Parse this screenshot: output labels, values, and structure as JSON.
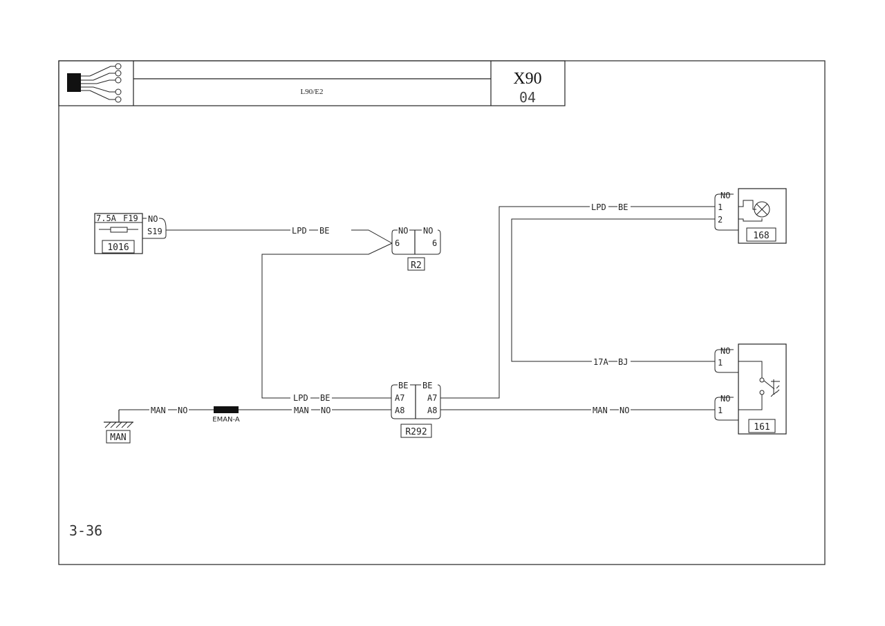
{
  "title_block": {
    "code": "L90/E2",
    "model": "X90",
    "version": "04",
    "logo_icon": "connector-icon"
  },
  "page_ref": "3-36",
  "fuse": {
    "rating": "7.5A",
    "ref": "F19",
    "color": "NO",
    "pin": "S19",
    "box": "1016"
  },
  "connector_r2": {
    "name": "R2",
    "left_color": "NO",
    "right_color": "NO",
    "left_pin": "6",
    "right_pin": "6"
  },
  "connector_r292": {
    "name": "R292",
    "left_color": "BE",
    "right_color": "BE",
    "left_pins": [
      "A7",
      "A8"
    ],
    "right_pins": [
      "A7",
      "A8"
    ]
  },
  "ground": {
    "name": "MAN",
    "splice": "EMAN-A"
  },
  "wires": {
    "w1": "LPD",
    "w1_color": "BE",
    "w2": "LPD",
    "w2_color": "BE",
    "w3": "LPD",
    "w3_color": "BE",
    "w4": "MAN",
    "w4_color": "NO",
    "w5": "MAN",
    "w5_color": "NO",
    "w6": "MAN",
    "w6_color": "NO",
    "w7": "17A",
    "w7_color": "BJ"
  },
  "lamp": {
    "name": "168",
    "color": "NO",
    "pins": [
      "1",
      "2"
    ],
    "icon": "lamp-icon"
  },
  "switch": {
    "name": "161",
    "top_color": "NO",
    "top_pin": "1",
    "bottom_color": "NO",
    "bottom_pin": "1",
    "icon": "switch-icon"
  }
}
